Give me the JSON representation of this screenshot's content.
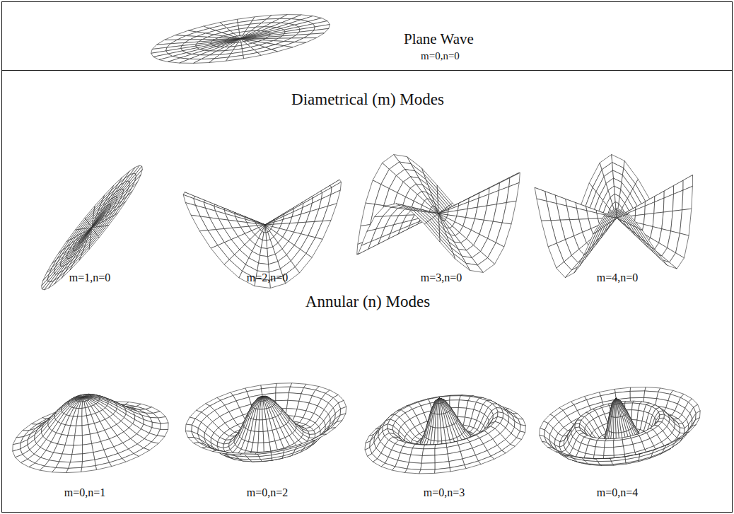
{
  "diagram": {
    "nodes": [
      {
        "text": [
          "Plane Wave",
          "m=0,n=0"
        ]
      },
      {
        "text": [
          "Diametrical (m) Modes",
          "Annular (n) Modes"
        ]
      }
    ],
    "labels": [
      "m=1,n=0",
      "m=2,n=0",
      "m=3,n=0",
      "m=4,n=0",
      "m=0,n=1",
      "m=0,n=2",
      "m=0,n=3",
      "m=0,n=4"
    ]
  }
}
